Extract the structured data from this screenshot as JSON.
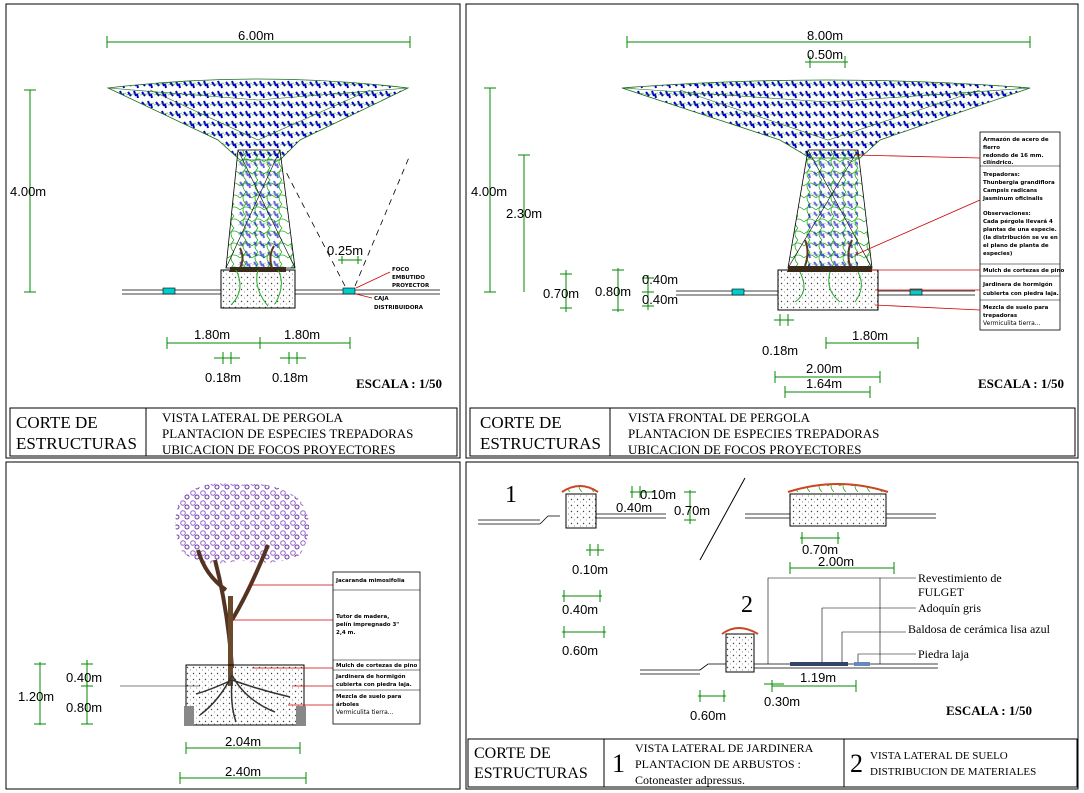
{
  "colors": {
    "dim": "#00aa00",
    "leader": "#cc0000",
    "foliage_blue": "#0000cc",
    "foliage_purple": "#9966cc",
    "trunk": "#553322",
    "water": "#00cccc"
  },
  "panel1": {
    "dims": {
      "width": "6.00m",
      "height": "4.00m",
      "focus": "0.25m",
      "a": "1.80m",
      "b": "1.80m",
      "c": "0.18m",
      "d": "0.18m"
    },
    "notes": {
      "focus1": "FOCO",
      "focus2": "EMBUTIDO",
      "focus3": "PROYECTOR",
      "box1": "CAJA",
      "box2": "DISTRIBUIDORA"
    },
    "scale": "ESCALA : 1/50",
    "title1": "CORTE DE",
    "title2": "ESTRUCTURAS",
    "desc1": "VISTA LATERAL DE PERGOLA",
    "desc2": "PLANTACION DE ESPECIES  TREPADORAS",
    "desc3": "UBICACION DE FOCOS PROYECTORES"
  },
  "panel2": {
    "dims": {
      "width": "8.00m",
      "top": "0.50m",
      "height": "4.00m",
      "h2": "2.30m",
      "d1": "0.40m",
      "d2": "0.40m",
      "d3": "0.70m",
      "d4": "0.80m",
      "r1": "1.80m",
      "c": "0.18m",
      "w1": "2.00m",
      "w2": "1.64m"
    },
    "notes": {
      "n1a": "Armazón de acero de",
      "n1b": "fierro",
      "n1c": "redondo de 16 mm.",
      "n1d": "cilíndrico.",
      "n2a": "Trepadoras:",
      "n2b": "Thunbergia grandiflora",
      "n2c": "Campsis radicans",
      "n2d": "Jasminum oficinalis",
      "n3a": "Observaciones:",
      "n3b": "Cada pérgola llevará 4",
      "n3c": "plantas de una especie.",
      "n3d": "(la distribución se ve en",
      "n3e": "el plano de planta de",
      "n3f": "especies)",
      "n4": "Mulch de cortezas de pino",
      "n5a": "Jardinera de hormigón",
      "n5b": "cubierta con piedra laja.",
      "n6a": "Mezcla de suelo para",
      "n6b": "trepadoras",
      "n6c": "Vermiculita tierra..."
    },
    "scale": "ESCALA : 1/50",
    "title1": "CORTE DE",
    "title2": "ESTRUCTURAS",
    "desc1": "VISTA FRONTAL DE PERGOLA",
    "desc2": "PLANTACION DE ESPECIES  TREPADORAS",
    "desc3": "UBICACION DE FOCOS PROYECTORES"
  },
  "panel3": {
    "dims": {
      "h": "1.20m",
      "a": "0.40m",
      "b": "0.80m",
      "w1": "2.04m",
      "w2": "2.40m"
    },
    "notes": {
      "n1": "Jacaranda mimosifolia",
      "n2a": "Tutor de madera,",
      "n2b": "pelín impregnado 3\"",
      "n2c": "2,4 m.",
      "n3": "Mulch de cortezas de pino",
      "n4a": "Jardinera de hormigón",
      "n4b": "cubierta con piedra laja.",
      "n5a": "Mezcla de suelo para",
      "n5b": "árboles",
      "n5c": "Vermiculita tierra..."
    }
  },
  "panel4": {
    "label1": "1",
    "label2": "2",
    "dims": {
      "a": "0.10m",
      "b": "0.40m",
      "c": "0.70m",
      "d": "0.10m",
      "e": "0.40m",
      "f": "0.60m",
      "g": "0.70m",
      "h": "2.00m",
      "i": "1.19m",
      "j": "0.30m",
      "k": "0.60m"
    },
    "materials": {
      "m1a": "Revestimiento de",
      "m1b": "FULGET",
      "m2": "Adoquín gris",
      "m3": "Baldosa de cerámica lisa azul",
      "m4": "Piedra laja"
    },
    "scale": "ESCALA : 1/50",
    "title1": "CORTE DE",
    "title2": "ESTRUCTURAS",
    "num1": "1",
    "d1a": "VISTA LATERAL DE JARDINERA",
    "d1b": "PLANTACION DE ARBUSTOS :",
    "d1c": "Cotoneaster adpressus.",
    "num2": "2",
    "d2a": "VISTA LATERAL DE SUELO",
    "d2b": "DISTRIBUCION DE MATERIALES"
  }
}
